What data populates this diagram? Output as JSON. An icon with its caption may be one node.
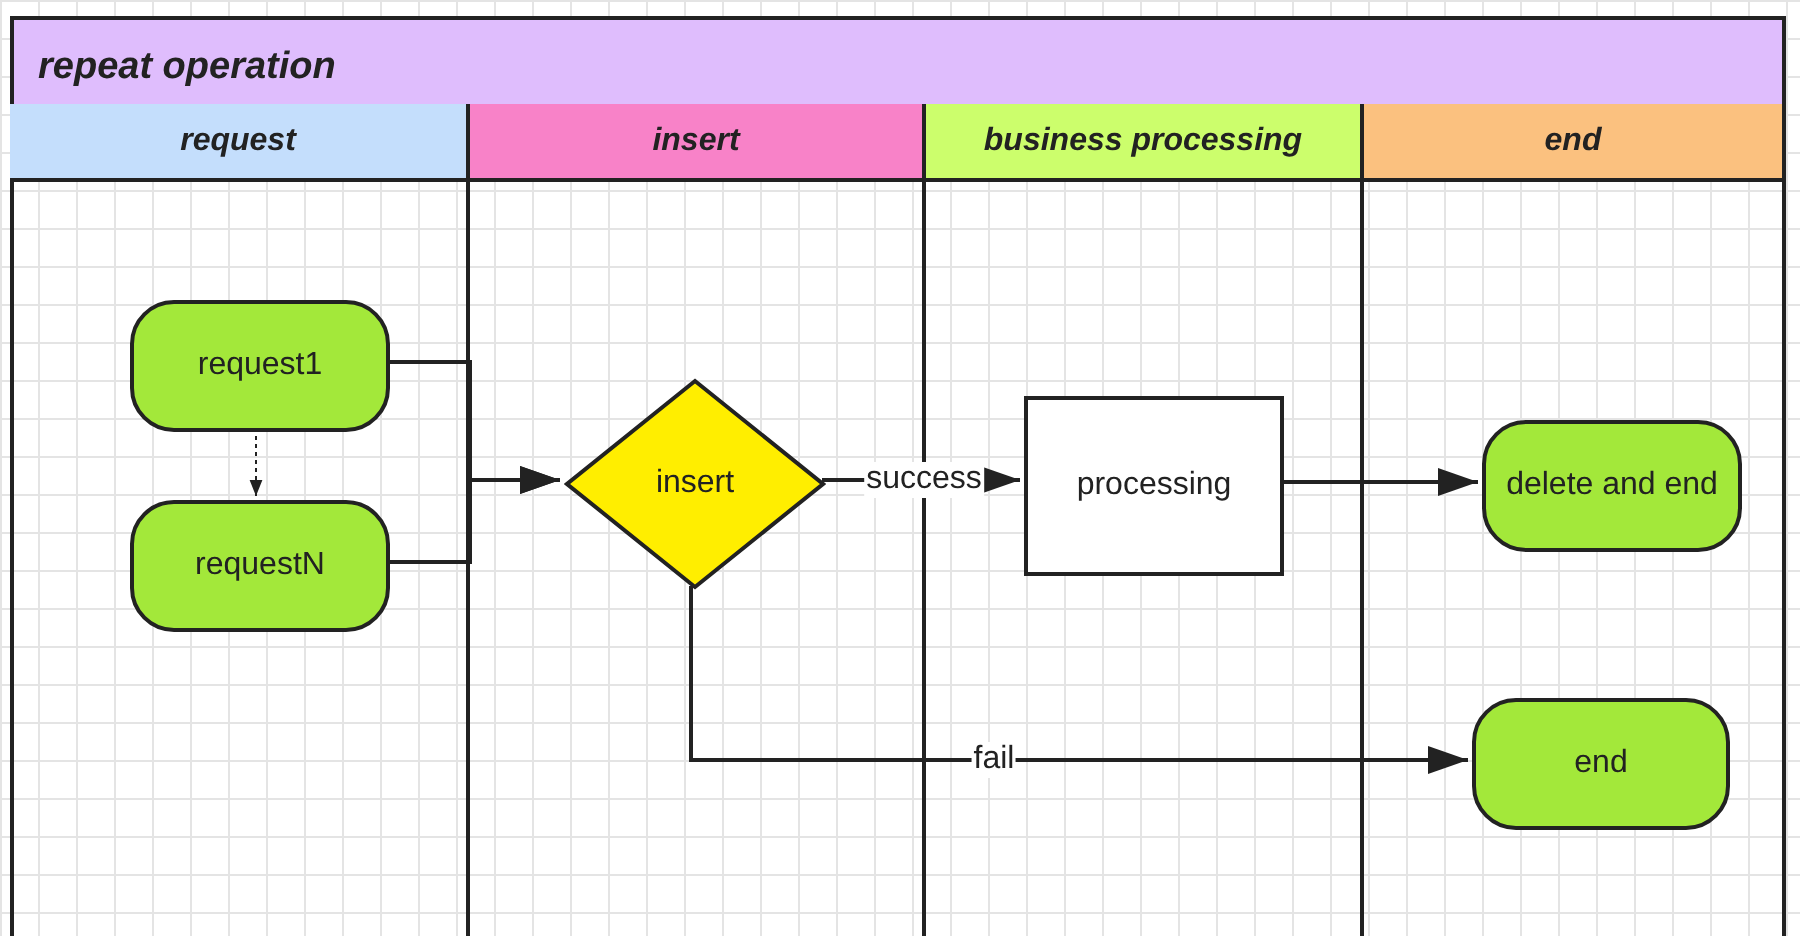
{
  "diagram": {
    "nodes": [
      {
        "text": [
          "repeat operation"
        ]
      },
      {
        "text": [
          "request"
        ],
        "in": 0
      },
      {
        "text": [
          "insert"
        ],
        "in": 0
      },
      {
        "text": [
          "business processing"
        ],
        "in": 0
      },
      {
        "text": [
          "end"
        ],
        "in": 0
      },
      {
        "text": [
          "request1"
        ],
        "in": 1
      },
      {
        "text": [
          "requestN"
        ],
        "in": 1
      },
      {
        "text": [
          "insert"
        ],
        "in": 2
      },
      {
        "text": [
          "processing"
        ],
        "in": 3
      },
      {
        "text": [
          "delete and end"
        ],
        "in": 4
      },
      {
        "text": [
          "end"
        ],
        "in": 4
      }
    ],
    "edges": [
      {
        "from": 5,
        "to": 7,
        "arrow": "to"
      },
      {
        "from": 6,
        "to": 7,
        "arrow": "to"
      },
      {
        "from": 5,
        "to": 6,
        "arrow": "to",
        "style": "dashed"
      },
      {
        "from": 7,
        "to": 8,
        "arrow": "to",
        "label": "success"
      },
      {
        "from": 8,
        "to": 9,
        "arrow": "to"
      },
      {
        "from": 7,
        "to": 10,
        "arrow": "to",
        "label": "fail"
      }
    ]
  }
}
